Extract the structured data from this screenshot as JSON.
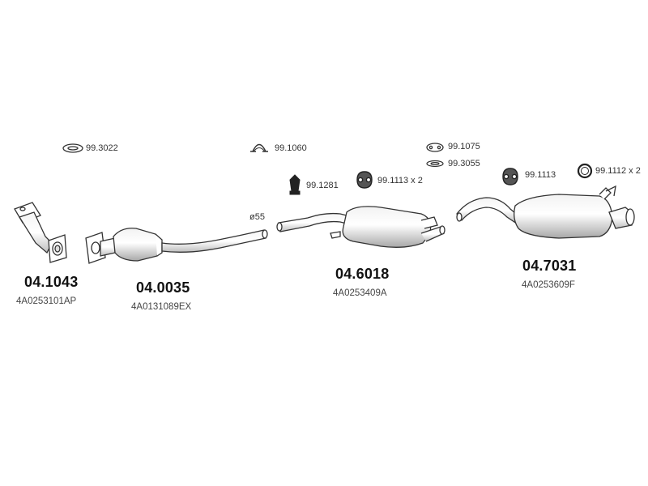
{
  "parts": [
    {
      "id": "front_pipe",
      "part_number": "04.1043",
      "oe_number": "4A0253101AP"
    },
    {
      "id": "catalytic_converter",
      "part_number": "04.0035",
      "oe_number": "4A0131089EX"
    },
    {
      "id": "middle_silencer",
      "part_number": "04.6018",
      "oe_number": "4A0253409A"
    },
    {
      "id": "rear_silencer",
      "part_number": "04.7031",
      "oe_number": "4A0253609F"
    }
  ],
  "accessories": {
    "a1": "99.3022",
    "a2": "99.1060",
    "a3": "99.1075",
    "a4": "99.3055",
    "a5": "99.1281",
    "a6": "99.1113 x 2",
    "a7": "99.1113",
    "a8": "99.1112 x 2"
  },
  "pipe_diameter": "ø55",
  "icons": [
    "gasket-ring-icon",
    "pipe-clamp-icon",
    "rubber-mount-icon",
    "hanger-icon",
    "seal-ring-icon"
  ],
  "colors": {
    "line": "#333333",
    "fill": "#ffffff",
    "shade": "#9a9a9a"
  }
}
